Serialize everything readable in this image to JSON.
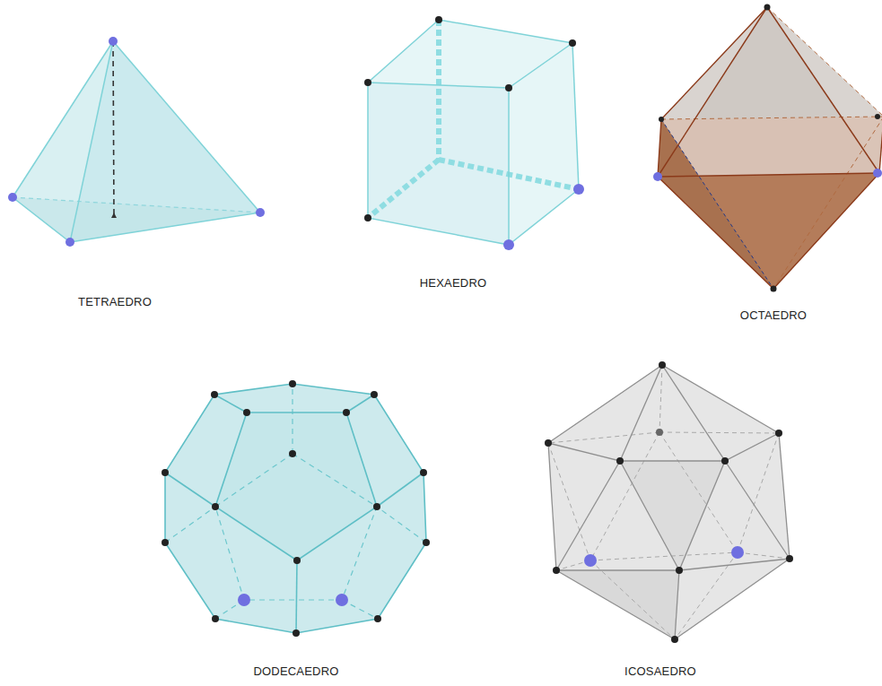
{
  "diagram": {
    "labels": [
      "TETRAEDRO",
      "HEXAEDRO",
      "OCTAEDRO",
      "DODECAEDRO",
      "ICOSAEDRO"
    ]
  }
}
